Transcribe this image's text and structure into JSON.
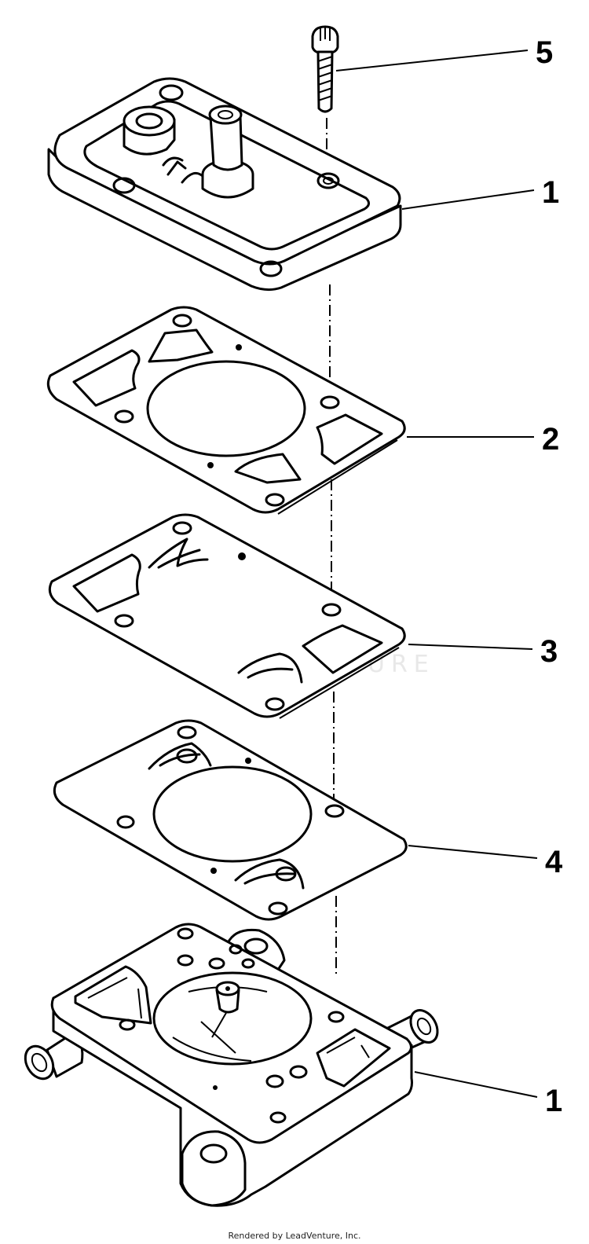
{
  "callouts": {
    "screw": "5",
    "top_cover": "1",
    "gasket_upper": "2",
    "diaphragm_middle": "3",
    "diaphragm_lower": "4",
    "pump_body": "1"
  },
  "watermark": "LEADVENTURE",
  "footer": "Rendered by LeadVenture, Inc."
}
